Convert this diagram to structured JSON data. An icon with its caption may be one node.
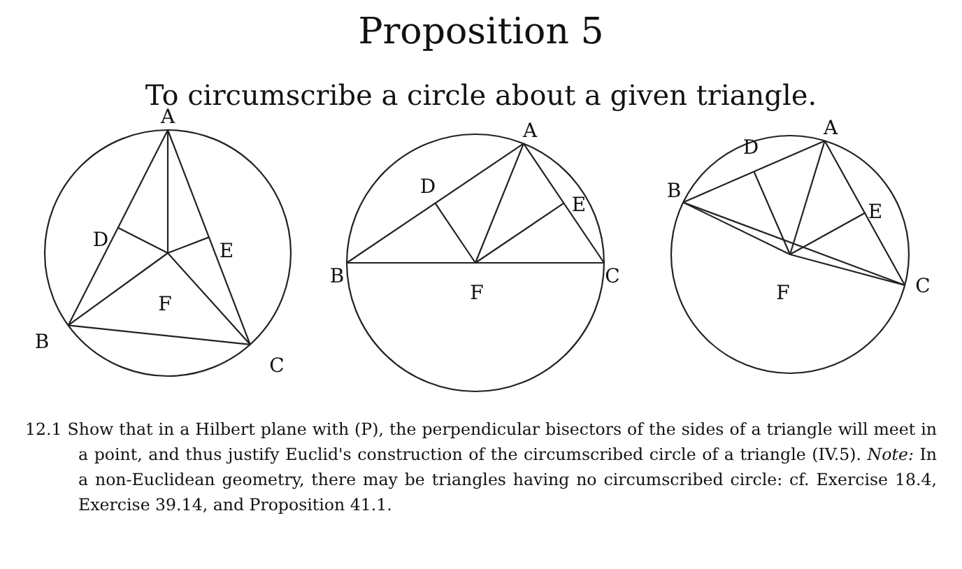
{
  "diagram": {
    "title": "Proposition 5",
    "labels": [
      "To circumscribe a circle about a given triangle.",
      "A",
      "D",
      "E",
      "F",
      "B",
      "C",
      "A",
      "D",
      "E",
      "B",
      "F",
      "C",
      "A",
      "D",
      "B",
      "E",
      "F",
      "C"
    ],
    "caption": "12.1 Show that in a Hilbert plane with (P), the perpendicular bisectors of the sides of a triangle will meet in a point, and thus justify Euclid's construction of the circumscribed circle of a triangle (IV.5). *Note:* In a non-Euclidean geometry, there may be triangles having no circumscribed circle: cf. Exercise 18.4, Exercise 39.14, and Proposition 41.1."
  }
}
